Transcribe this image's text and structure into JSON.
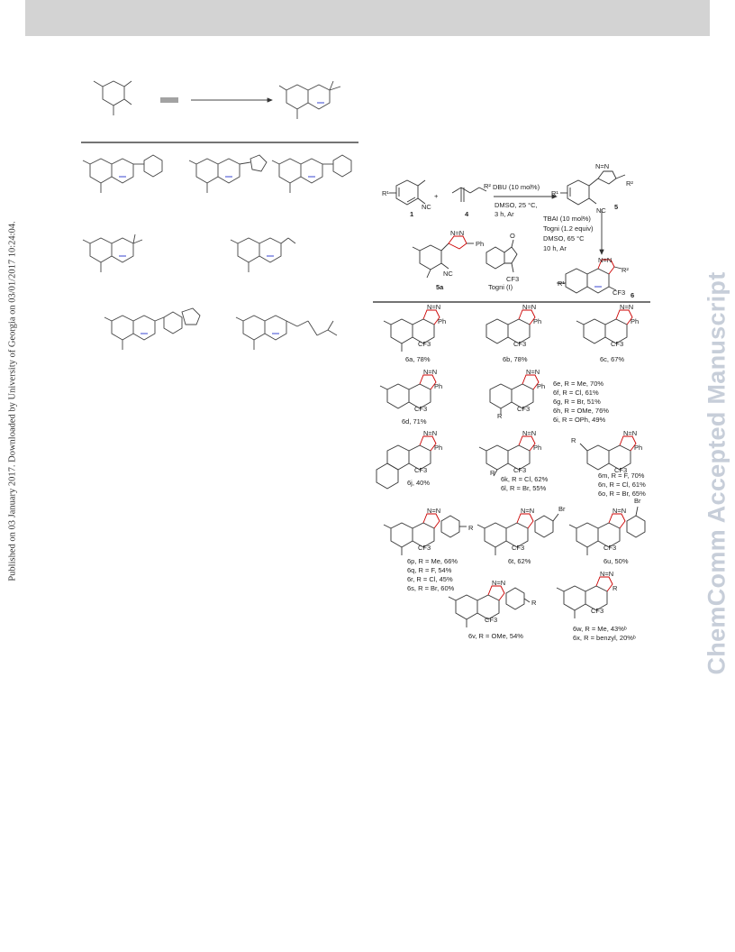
{
  "header_bar": {
    "color": "#d3d3d3"
  },
  "sidebar": {
    "published_note": "Published on 03 January 2017. Downloaded by University of Georgia on 03/01/2017 10:24:04.",
    "watermark": "ChemComm Accepted Manuscript"
  },
  "scheme": {
    "conditions_top": [
      "DBU (10 mol%)",
      "DMSO, 25 °C,",
      "3 h, Ar"
    ],
    "conditions_down": [
      "TBAI (10 mol%)",
      "Togni (1.2 equiv)",
      "DMSO, 65 °C",
      "10 h, Ar"
    ],
    "reagent_labels": {
      "c1": "1",
      "c4": "4",
      "c5": "5",
      "c6": "6",
      "c5a": "5a",
      "togni": "Togni (I)"
    },
    "atom_labels": {
      "nc": "NC",
      "n": "N",
      "nn": "N=N",
      "cf3": "CF3",
      "ph": "Ph",
      "r1": "R¹",
      "r2": "R²",
      "r": "R",
      "o": "O",
      "br": "Br",
      "plus": "+"
    },
    "products": [
      {
        "id": "6a",
        "text": "6a, 78%"
      },
      {
        "id": "6b",
        "text": "6b, 78%"
      },
      {
        "id": "6c",
        "text": "6c, 67%"
      },
      {
        "id": "6d",
        "text": "6d, 71%"
      },
      {
        "id": "6e-6i",
        "lines": [
          "6e, R = Me, 70%",
          "6f, R = Cl, 61%",
          "6g, R = Br, 51%",
          "6h, R = OMe, 76%",
          "6i, R = OPh, 49%"
        ]
      },
      {
        "id": "6j",
        "text": "6j, 40%"
      },
      {
        "id": "6k-6l",
        "lines": [
          "6k, R = Cl, 62%",
          "6l, R = Br, 55%"
        ]
      },
      {
        "id": "6m-6o",
        "lines": [
          "6m, R = F, 70%",
          "6n, R = Cl, 61%",
          "6o, R = Br, 65%"
        ]
      },
      {
        "id": "6p-6s",
        "lines": [
          "6p, R = Me, 66%",
          "6q, R = F, 54%",
          "6r, R = Cl, 45%",
          "6s, R = Br, 60%"
        ]
      },
      {
        "id": "6t",
        "text": "6t, 62%"
      },
      {
        "id": "6u",
        "text": "6u, 50%"
      },
      {
        "id": "6v",
        "text": "6v, R = OMe, 54%"
      },
      {
        "id": "6w-6x",
        "lines": [
          "6w, R = Me, 43%ᵇ",
          "6x, R = benzyl, 20%ᵇ"
        ]
      }
    ]
  }
}
